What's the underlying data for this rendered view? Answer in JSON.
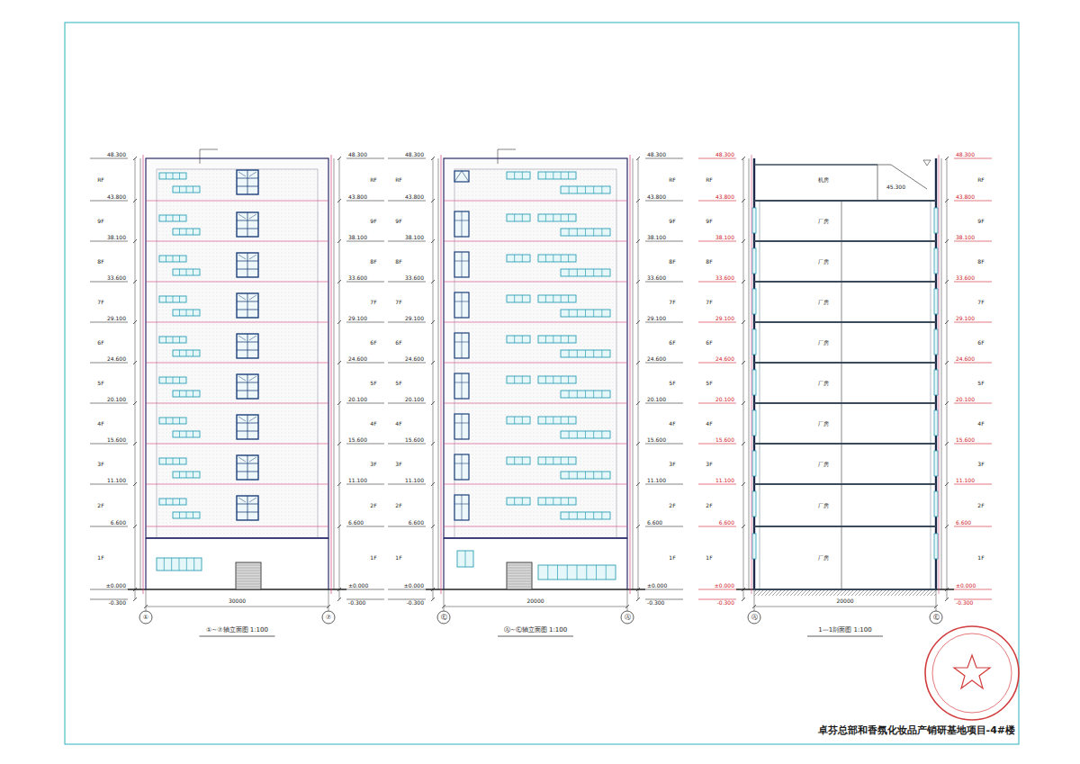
{
  "diagram": {
    "title": "卓芬总部和香氛化妆品产销研基地项目-4#楼",
    "nodes": [
      {
        "text": [
          "机房"
        ]
      },
      {
        "text": [
          "厂房"
        ]
      },
      {
        "text": [
          "厂房"
        ]
      },
      {
        "text": [
          "厂房"
        ]
      },
      {
        "text": [
          "厂房"
        ]
      },
      {
        "text": [
          "厂房"
        ]
      },
      {
        "text": [
          "厂房"
        ]
      },
      {
        "text": [
          "厂房"
        ]
      },
      {
        "text": [
          "厂房"
        ]
      },
      {
        "text": [
          "厂房"
        ]
      }
    ],
    "labels": [
      "48.300",
      "43.800",
      "38.100",
      "33.600",
      "29.100",
      "24.600",
      "20.100",
      "15.600",
      "11.100",
      "6.600",
      "±0.000",
      "-0.300",
      "RF",
      "9F",
      "8F",
      "7F",
      "6F",
      "5F",
      "4F",
      "3F",
      "2F",
      "1F",
      "48.300",
      "43.800",
      "38.100",
      "33.600",
      "29.100",
      "24.600",
      "20.100",
      "15.600",
      "11.100",
      "6.600",
      "±0.000",
      "-0.300",
      "RF",
      "9F",
      "8F",
      "7F",
      "6F",
      "5F",
      "4F",
      "3F",
      "2F",
      "1F",
      "48.300",
      "43.800",
      "38.100",
      "33.600",
      "29.100",
      "24.600",
      "20.100",
      "15.600",
      "11.100",
      "6.600",
      "±0.000",
      "-0.300",
      "RF",
      "9F",
      "8F",
      "7F",
      "6F",
      "5F",
      "4F",
      "3F",
      "2F",
      "1F",
      "48.300",
      "43.800",
      "38.100",
      "33.600",
      "29.100",
      "24.600",
      "20.100",
      "15.600",
      "11.100",
      "6.600",
      "±0.000",
      "-0.300",
      "RF",
      "9F",
      "8F",
      "7F",
      "6F",
      "5F",
      "4F",
      "3F",
      "2F",
      "1F",
      "48.300",
      "43.800",
      "38.100",
      "33.600",
      "29.100",
      "24.600",
      "20.100",
      "15.600",
      "11.100",
      "6.600",
      "±0.000",
      "-0.300",
      "RF",
      "9F",
      "8F",
      "7F",
      "6F",
      "5F",
      "4F",
      "3F",
      "2F",
      "1F",
      "48.300",
      "43.800",
      "38.100",
      "33.600",
      "29.100",
      "24.600",
      "20.100",
      "15.600",
      "11.100",
      "6.600",
      "±0.000",
      "-0.300",
      "RF",
      "9F",
      "8F",
      "7F",
      "6F",
      "5F",
      "4F",
      "3F",
      "2F",
      "1F",
      "①~⑦轴立面图 1:100",
      "Ⓐ~Ⓔ轴立面图 1:100",
      "1—1剖面图 1:100",
      "30000",
      "20000",
      "20000",
      "①",
      "⑦",
      "Ⓔ",
      "Ⓐ",
      "Ⓐ",
      "Ⓔ",
      "45.300"
    ]
  }
}
